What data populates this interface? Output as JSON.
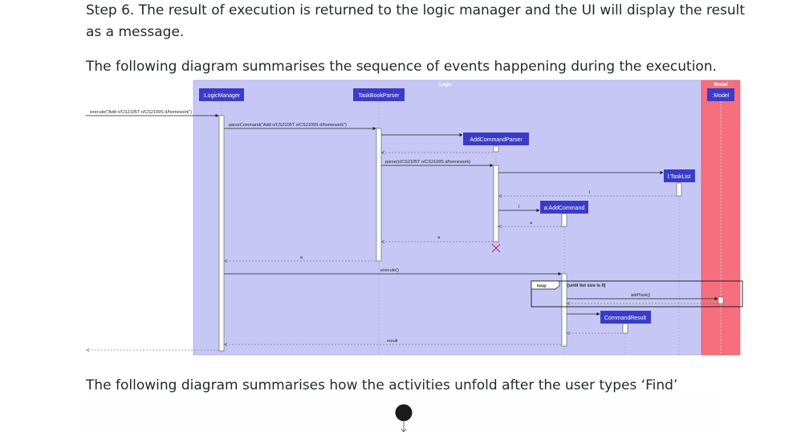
{
  "paragraphs": {
    "step6": "Step 6. The result of execution is returned to the logic manager and the UI will display the result as a message.",
    "summary1": "The following diagram summarises the sequence of events happening during the execution.",
    "summary2": "The following diagram summarises how the activities unfold after the user types ‘Find’ Command."
  },
  "sequence_diagram": {
    "frames": {
      "logic": "Logic",
      "model": "Model"
    },
    "participants": {
      "logic_manager": ":LogicManager",
      "taskbook_parser": "TaskBookParser",
      "add_command_parser": "AddCommandParser",
      "task_list": "l:TaskList",
      "add_command": "a:AddCommand",
      "model": ":Model",
      "command_result": "CommandResult"
    },
    "messages": {
      "execute_call": "execute(\"Add n/CS2105T n/CS2109S d/homework\")",
      "parse_command": "parseCommand(\"Add n/CS2105T n/CS2109S d/homework\")",
      "parse": "parse(n/CS2105T n/CS2109S d/homework)",
      "return_l": "l",
      "return_l2": "l",
      "return_a": "a",
      "return_a2": "a",
      "return_a3": "a",
      "execute": "execute()",
      "loop_keyword": "loop",
      "loop_guard": "[until list size is 0]",
      "add_task": "addTask()",
      "result": "result"
    },
    "colors": {
      "logic_bg": "#c7c7f6",
      "model_bg": "#f56f7f",
      "participant_box": "#3b3bc9",
      "destroy_mark": "#cc2255"
    }
  }
}
